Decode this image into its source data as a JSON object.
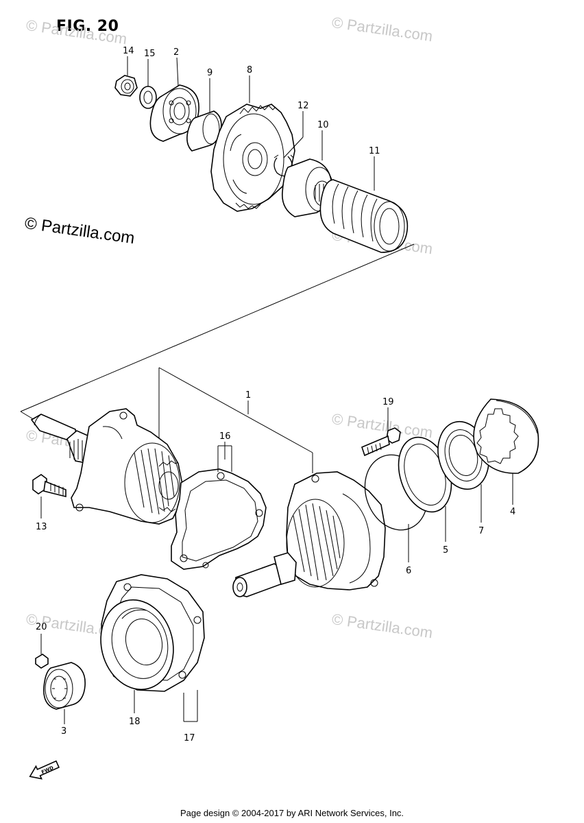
{
  "figure": {
    "title": "FIG. 20"
  },
  "watermarks": {
    "main": "© Partzilla.com",
    "faint": "© Partzilla.com"
  },
  "footer": {
    "text": "Page design © 2004-2017 by ARI Network Services, Inc."
  },
  "fwd_label": "FWD",
  "callouts": [
    "14",
    "15",
    "2",
    "9",
    "8",
    "12",
    "10",
    "11",
    "1",
    "16",
    "19",
    "13",
    "4",
    "7",
    "5",
    "6",
    "20",
    "3",
    "18",
    "17"
  ]
}
